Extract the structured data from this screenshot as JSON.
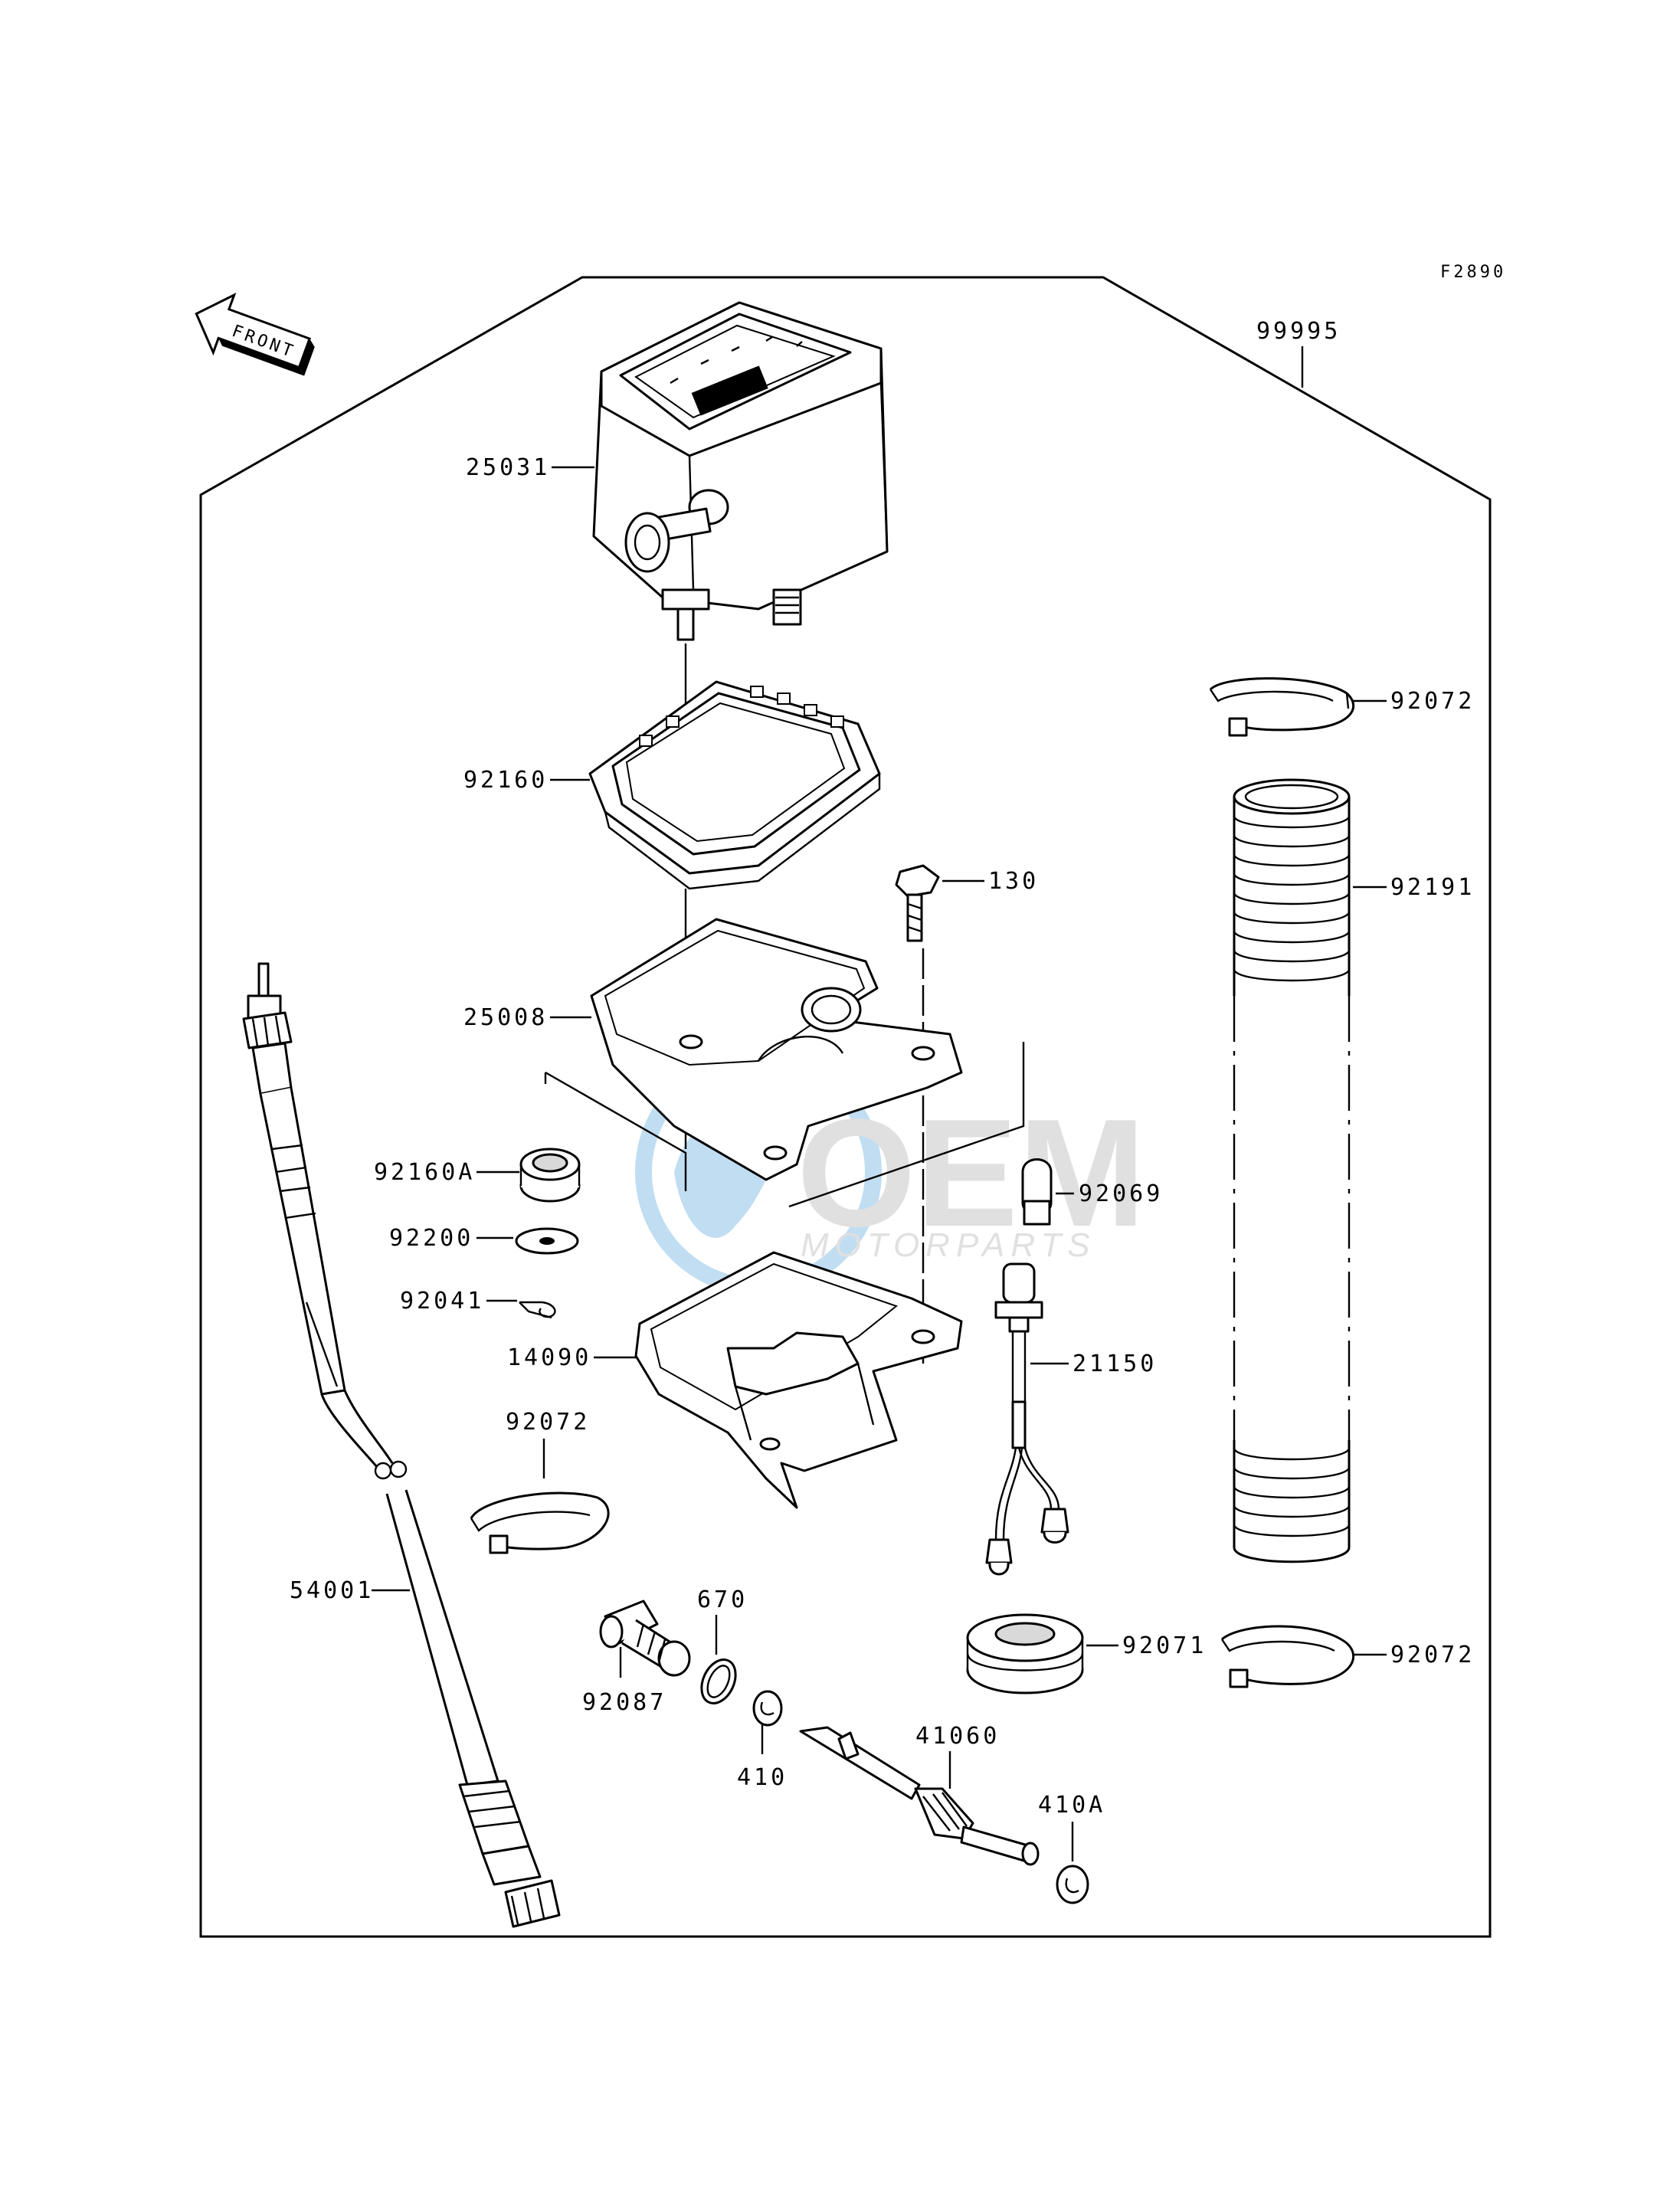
{
  "figure_code": "F2890",
  "front_arrow_label": "FRONT",
  "watermark": {
    "brand": "OEM",
    "sub": "MOTORPARTS",
    "colors": {
      "blue": "#8fc3e8",
      "grey": "#c8c8c8"
    }
  },
  "parts": [
    {
      "id": "p-99995",
      "number": "99995"
    },
    {
      "id": "p-25031",
      "number": "25031"
    },
    {
      "id": "p-92160",
      "number": "92160"
    },
    {
      "id": "p-25008",
      "number": "25008"
    },
    {
      "id": "p-130",
      "number": "130"
    },
    {
      "id": "p-92160a",
      "number": "92160A"
    },
    {
      "id": "p-92200",
      "number": "92200"
    },
    {
      "id": "p-92041",
      "number": "92041"
    },
    {
      "id": "p-14090",
      "number": "14090"
    },
    {
      "id": "p-92069",
      "number": "92069"
    },
    {
      "id": "p-21150",
      "number": "21150"
    },
    {
      "id": "p-92072-a",
      "number": "92072"
    },
    {
      "id": "p-92072-b",
      "number": "92072"
    },
    {
      "id": "p-92072-c",
      "number": "92072"
    },
    {
      "id": "p-92191",
      "number": "92191"
    },
    {
      "id": "p-54001",
      "number": "54001"
    },
    {
      "id": "p-670",
      "number": "670"
    },
    {
      "id": "p-92087",
      "number": "92087"
    },
    {
      "id": "p-410",
      "number": "410"
    },
    {
      "id": "p-41060",
      "number": "41060"
    },
    {
      "id": "p-410a",
      "number": "410A"
    },
    {
      "id": "p-92071",
      "number": "92071"
    }
  ]
}
